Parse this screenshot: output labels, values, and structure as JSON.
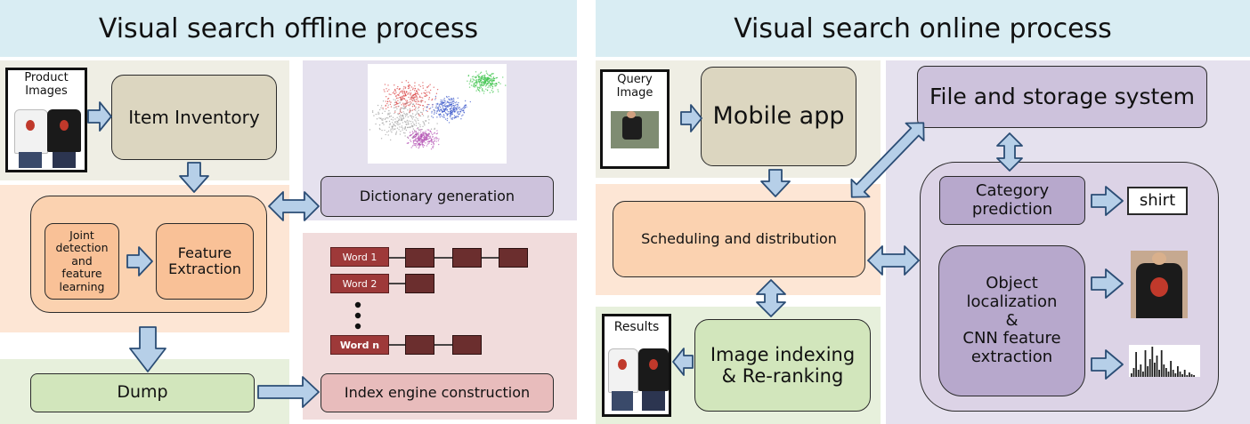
{
  "offline": {
    "title": "Visual search offline process",
    "product_images_label": "Product\nImages",
    "item_inventory": "Item Inventory",
    "joint_detection": "Joint\ndetection\nand\nfeature\nlearning",
    "feature_extraction": "Feature\nExtraction",
    "dictionary_generation": "Dictionary generation",
    "dump": "Dump",
    "index_engine": "Index engine construction",
    "words": [
      "Word 1",
      "Word 2",
      "Word n"
    ]
  },
  "online": {
    "title": "Visual search online process",
    "query_image_label": "Query\nImage",
    "mobile_app": "Mobile app",
    "file_storage": "File and storage system",
    "scheduling": "Scheduling and distribution",
    "category_prediction": "Category\nprediction",
    "shirt_label": "shirt",
    "object_localization": "Object\nlocalization\n&\nCNN feature\nextraction",
    "results_label": "Results",
    "image_indexing": "Image indexing\n& Re-ranking"
  },
  "colors": {
    "header": "#d9edf3",
    "olive": "#dcd6c0",
    "peach": "#fbd2b0",
    "lavender": "#cdc2dc",
    "green": "#d2e6bc",
    "pink": "#e8bcbc",
    "arrow_fill": "#b6cfe8",
    "arrow_stroke": "#2b4d75"
  }
}
